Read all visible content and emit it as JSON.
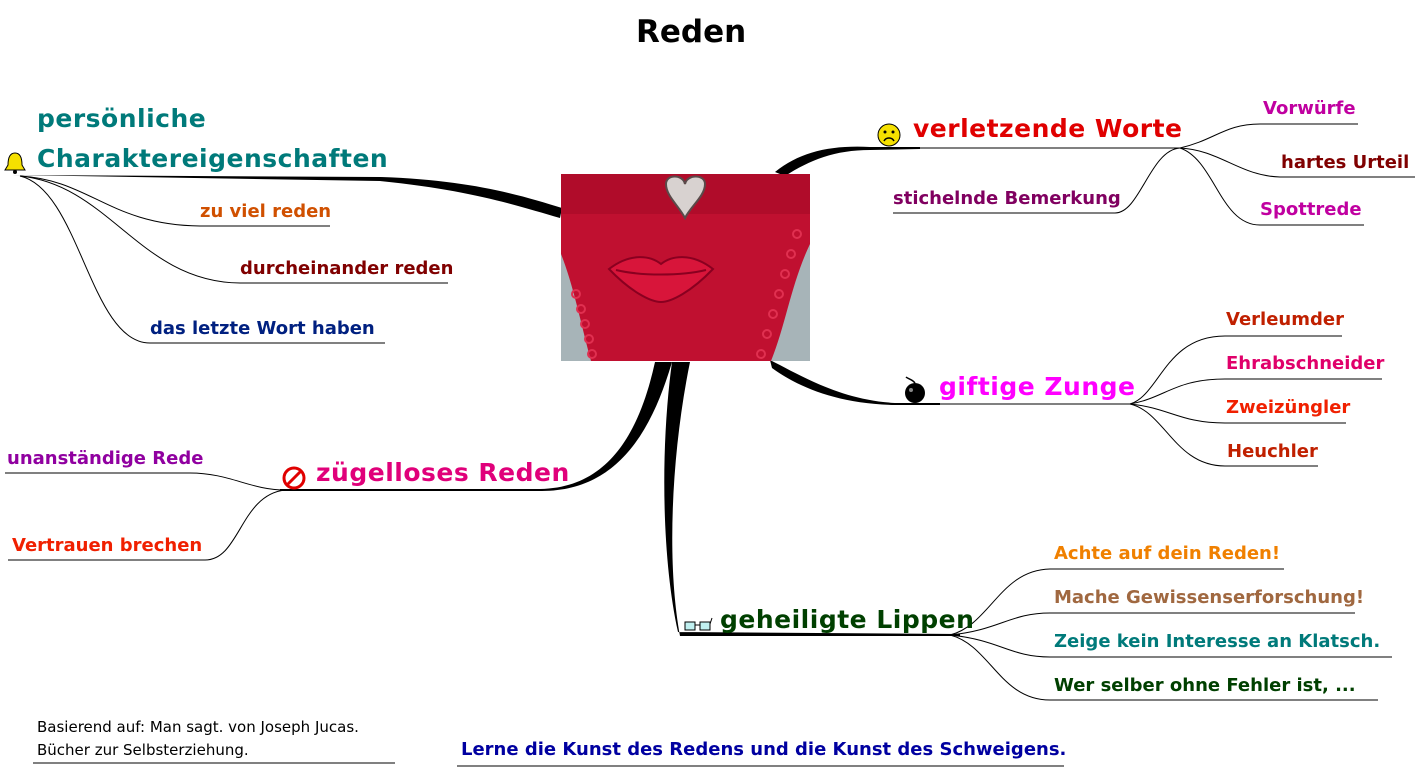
{
  "title": "Reden",
  "colors": {
    "personal": "#007a7a",
    "hurtful": "#e00000",
    "poison": "#ff00ff",
    "unbridled": "#e0007a",
    "holy": "#004000",
    "branch": "#000000",
    "image_red": "#c01030",
    "image_gray": "#a7b4b8"
  },
  "branches": {
    "personal": {
      "label_line1": "persönliche",
      "label_line2": "Charaktereigenschaften",
      "icon": "bell-icon",
      "children": [
        "zu viel reden",
        "durcheinander reden",
        "das letzte Wort haben"
      ]
    },
    "hurtful": {
      "label": "verletzende Worte",
      "icon": "sad-face-icon",
      "children": [
        "Vorwürfe",
        "hartes Urteil",
        "Spottrede",
        "stichelnde Bemerkung"
      ]
    },
    "poison": {
      "label": "giftige Zunge",
      "icon": "bomb-icon",
      "children": [
        "Verleumder",
        "Ehrabschneider",
        "Zweizüngler",
        "Heuchler"
      ]
    },
    "unbridled": {
      "label": "zügelloses Reden",
      "icon": "prohibited-icon",
      "children": [
        "unanständige Rede",
        "Vertrauen brechen"
      ]
    },
    "holy": {
      "label": "geheiligte Lippen",
      "icon": "glasses-icon",
      "children": [
        "Achte auf dein Reden!",
        "Mache Gewissenserforschung!",
        "Zeige kein Interesse an Klatsch.",
        "Wer selber ohne Fehler ist, ..."
      ]
    }
  },
  "footer": {
    "source_line1": "Basierend auf: Man sagt. von Joseph Jucas.",
    "source_line2": "Bücher zur Selbsterziehung.",
    "motto": "Lerne die Kunst des Redens und die Kunst des Schweigens."
  }
}
